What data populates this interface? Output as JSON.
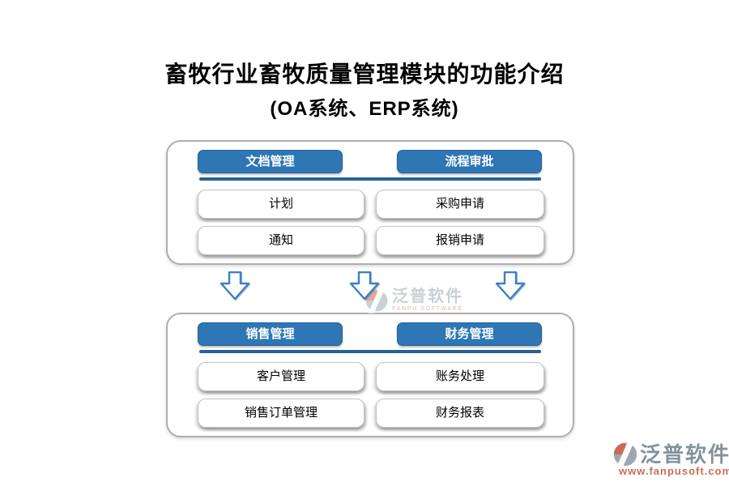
{
  "title": {
    "line1": "畜牧行业畜牧质量管理模块的功能介绍",
    "line2": "(OA系统、ERP系统)"
  },
  "panels": [
    {
      "columns": [
        {
          "header": "文档管理",
          "items": [
            "计划",
            "通知"
          ]
        },
        {
          "header": "流程审批",
          "items": [
            "采购申请",
            "报销申请"
          ]
        }
      ]
    },
    {
      "columns": [
        {
          "header": "销售管理",
          "items": [
            "客户管理",
            "销售订单管理"
          ]
        },
        {
          "header": "财务管理",
          "items": [
            "账务处理",
            "财务报表"
          ]
        }
      ]
    }
  ],
  "arrows": {
    "direction": "down",
    "count": 3
  },
  "watermark_center": {
    "brand": "泛普软件",
    "subtitle": "FANPU SOFTWARE"
  },
  "watermark_corner": {
    "brand": "泛普软件",
    "url": "www.fanpusoft.com"
  },
  "colors": {
    "header_blue": "#2e76b4",
    "divider_blue": "#2b6094",
    "arrow_blue": "#3f7fc1",
    "panel_border": "#aeaeae",
    "watermark_gray": "#6e7f8e",
    "watermark_red": "#c4523c"
  }
}
